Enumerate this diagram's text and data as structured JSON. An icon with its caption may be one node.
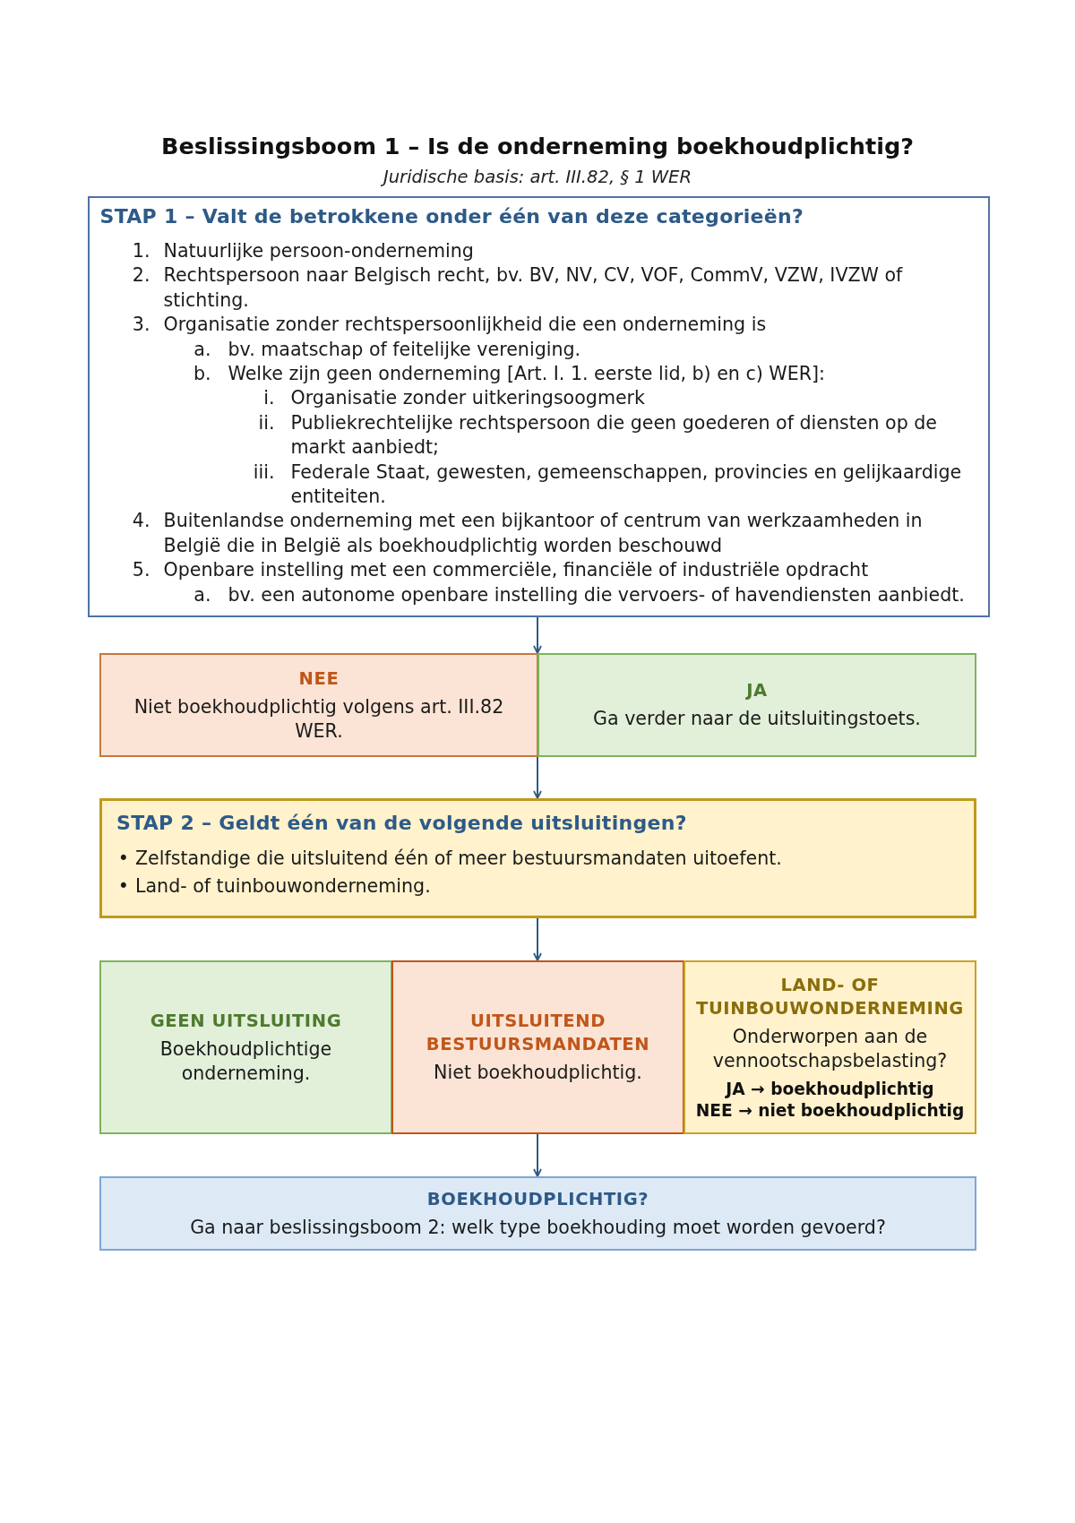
{
  "diagram": {
    "title": "Beslissingsboom 1 – Is de onderneming boekhoudplichtig?",
    "nodes": [
      {
        "text": [
          "STAP 1 – Valt de betrokkene onder één van deze categorieën?",
          "1. Natuurlijke persoon-onderneming",
          "2. Rechtspersoon naar Belgisch recht, bv. BV, NV, CV, VOF, CommV, VZW, IVZW of stichting.",
          "3. Organisatie zonder rechtspersoonlijkheid die een onderneming is",
          "a. bv. maatschap of feitelijke vereniging.",
          "b. Welke zijn geen onderneming [Art. I. 1. eerste lid, b) en c) WER]:",
          "i. Organisatie zonder uitkeringsoogmerk",
          "ii. Publiekrechtelijke rechtspersoon die geen goederen of diensten op de markt aanbiedt;",
          "iii. Federale Staat, gewesten, gemeenschappen, provincies en gelijkaardige entiteiten.",
          "4. Buitenlandse onderneming met een bijkantoor of centrum van werkzaamheden in België die in België als boekhoudplichtig worden beschouwd",
          "5. Openbare instelling met een commerciële, financiële of industriële opdracht",
          "a. bv. een autonome openbare instelling die vervoers- of havendiensten aanbiedt."
        ]
      },
      {
        "text": [
          "NEE",
          "Niet boekhoudplichtig volgens art. III.82 WER."
        ]
      },
      {
        "text": [
          "JA",
          "Ga verder naar de uitsluitingstoets."
        ]
      },
      {
        "text": [
          "STAP 2 – Geldt één van de volgende uitsluitingen?",
          "• Zelfstandige die uitsluitend één of meer bestuursmandaten uitoefent.",
          "• Land- of tuinbouwonderneming."
        ]
      },
      {
        "text": [
          "GEEN UITSLUITING",
          "Boekhoudplichtige onderneming."
        ]
      },
      {
        "text": [
          "UITSLUITEND BESTUURSMANDATEN",
          "Niet boekhoudplichtig."
        ]
      },
      {
        "text": [
          "LAND- OF TUINBOUWONDERNEMING",
          "Onderworpen aan de vennootschapsbelasting?",
          "JA → boekhoudplichtig",
          "NEE → niet boekhoudplichtig"
        ]
      },
      {
        "text": [
          "BOEKHOUDPLICHTIG?",
          "Ga naar beslissingsboom 2: welk type boekhouding moet worden gevoerd?"
        ]
      }
    ],
    "edges": [
      {
        "from": 0,
        "to": 1,
        "arrow": "to"
      },
      {
        "from": 0,
        "to": 2,
        "arrow": "to"
      },
      {
        "from": 2,
        "to": 3,
        "arrow": "to"
      },
      {
        "from": 3,
        "to": 5,
        "arrow": "to"
      },
      {
        "from": 5,
        "to": 7,
        "arrow": "to"
      }
    ],
    "labels": [
      "Juridische basis: art. III.82, § 1 WER"
    ]
  }
}
